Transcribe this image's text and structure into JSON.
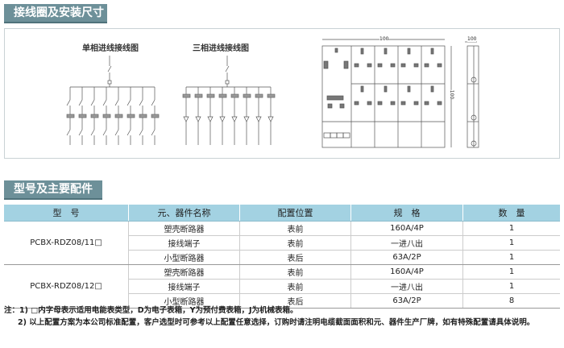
{
  "section1": {
    "title": "接线圈及安装尺寸",
    "single_phase_title": "单相进线接线图",
    "three_phase_title": "三相进线接线图",
    "dim_width": "100",
    "dim_height": "100",
    "dim_depth": "100"
  },
  "section2": {
    "title": "型号及主要配件"
  },
  "table": {
    "headers": [
      "型　号",
      "元、器件名称",
      "配置位置",
      "规　格",
      "数　量"
    ],
    "groups": [
      {
        "model": "PCBX-RDZ08/11□",
        "rows": [
          [
            "塑壳断路器",
            "表前",
            "160A/4P",
            "1"
          ],
          [
            "接线端子",
            "表前",
            "一进八出",
            "1"
          ],
          [
            "小型断路器",
            "表后",
            "63A/2P",
            "1"
          ]
        ]
      },
      {
        "model": "PCBX-RDZ08/12□",
        "rows": [
          [
            "塑壳断路器",
            "表前",
            "160A/4P",
            "1"
          ],
          [
            "接线端子",
            "表前",
            "一进八出",
            "1"
          ],
          [
            "小型断路器",
            "表后",
            "63A/2P",
            "8"
          ]
        ]
      }
    ]
  },
  "notes": [
    "注：1) □内字母表示适用电能表类型，D为电子表箱，Y为预付费表箱，J为机械表箱。",
    "2) 以上配置方案为本公司标准配置，客户选型时可参考以上配置任意选择，订购时请注明电缆截面面积和元、器件生产厂牌，如有特殊配置请具体说明。"
  ],
  "colors": {
    "title_bg": "#6d9099",
    "header_bg": "#a3d2e2"
  }
}
